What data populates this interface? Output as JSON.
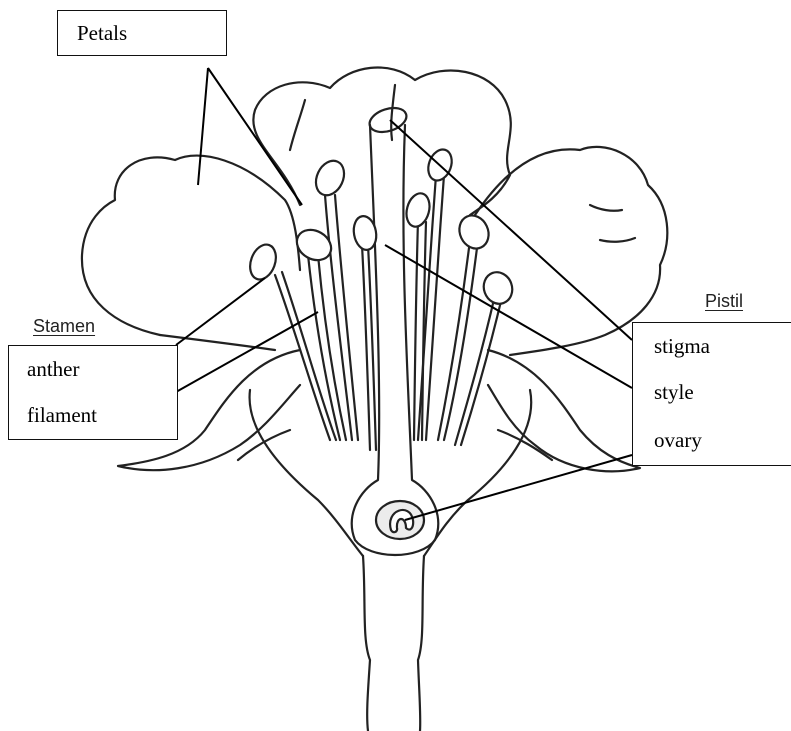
{
  "labels": {
    "petals": "Petals",
    "anther": "anther",
    "filament": "filament",
    "stigma": "stigma",
    "style": "style",
    "ovary": "ovary"
  },
  "headings": {
    "stamen": "Stamen",
    "pistil": "Pistil"
  }
}
